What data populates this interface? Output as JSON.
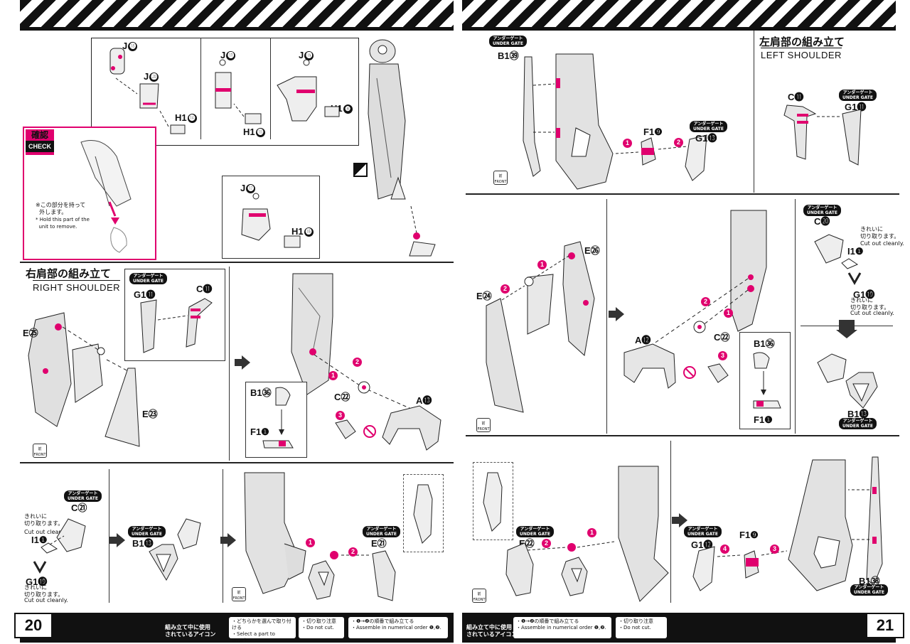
{
  "page_left": {
    "number": "20",
    "check": {
      "title_jp": "確認",
      "title_en": "CHECK",
      "note_jp": "※この部分を持って\n  外します。",
      "note_en": "* Hold this part of the\n  unit to remove."
    },
    "hands": {
      "h1": {
        "part_a": "J",
        "num_a": "⓲",
        "part_b": "J",
        "num_b": "⓴",
        "part_c": "H1",
        "num_c": "⓮"
      },
      "h2": {
        "part_a": "J",
        "num_a": "⓭",
        "part_c": "H1",
        "num_c": "⓲"
      },
      "h3": {
        "part_a": "J",
        "num_a": "⓯",
        "part_c": "H1",
        "num_c": "❽"
      },
      "h4": {
        "part_a": "J",
        "num_a": "⓱",
        "part_c": "H1",
        "num_c": "⓰"
      }
    },
    "right_shoulder": {
      "heading_jp": "右肩部の組み立て",
      "heading_en": "RIGHT SHOULDER",
      "labels": [
        "E㉕",
        "E㉓",
        "G1⓫",
        "C⓫",
        "B1㊱",
        "F1❶",
        "C㉒",
        "A⓭"
      ],
      "under_gate": "アンダーゲート\nUNDER GATE"
    },
    "bottom_row": {
      "labels": [
        "C㉑",
        "I1❶",
        "G1⓳",
        "B1⓭",
        "E㉑"
      ],
      "cut_jp": "きれいに\n切り取ります。",
      "cut_en": "Cut out cleanly.",
      "under_gate": "アンダーゲート\nUNDER GATE"
    },
    "front": "前\nFRONT"
  },
  "page_right": {
    "number": "21",
    "left_shoulder": {
      "heading_jp": "左肩部の組み立て",
      "heading_en": "LEFT SHOULDER",
      "labels": [
        "C⓫",
        "G1⓫"
      ]
    },
    "top_labels": [
      "B1㊴",
      "F1❾",
      "G1⓭"
    ],
    "middle_labels": [
      "E㉖",
      "E㉔",
      "A⓬",
      "C㉒",
      "B1㊱",
      "F1❶"
    ],
    "side_labels": [
      "C⓴",
      "I1❶",
      "G1⓳",
      "B1⓭"
    ],
    "bottom_labels": [
      "E㉒",
      "G1⓬",
      "F1❾",
      "B1㊳"
    ],
    "cut_jp": "きれいに\n切り取ります。",
    "cut_en": "Cut out cleanly.",
    "under_gate": "アンダーゲート\nUNDER GATE",
    "front": "前\nFRONT"
  },
  "legend": {
    "title_jp": "組み立て中に使用\nされているアイコン",
    "title_en": "Symbols used in instructions",
    "select_jp": "・どちらかを選んで取り付ける",
    "select_en": "・Select a part to attach.",
    "nocut_jp": "・切り取り注意",
    "nocut_en": "・Do not cut.",
    "order_jp": "・❶→❷の順番で組み立てる",
    "order_en": "・Assemble in numerical order ❶,❷."
  },
  "colors": {
    "accent": "#e0006e",
    "ink": "#111111",
    "part_fill": "#e8e8e8"
  }
}
